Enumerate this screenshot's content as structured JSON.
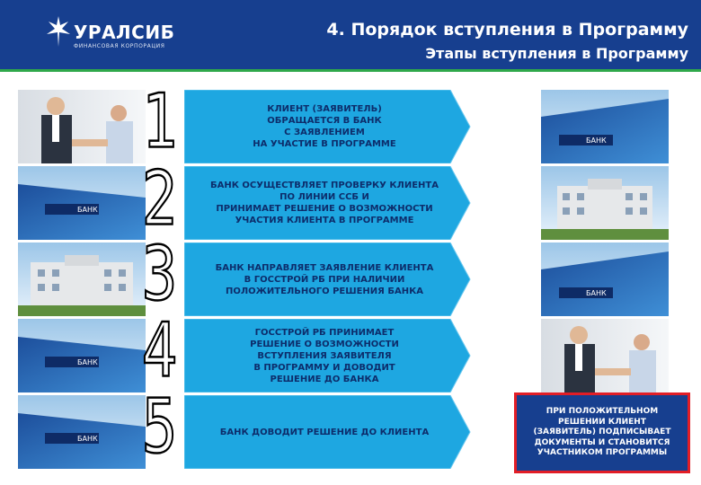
{
  "header": {
    "logo_name": "УРАЛСИБ",
    "logo_sub": "ФИНАНСОВАЯ КОРПОРАЦИЯ",
    "title": "4. Порядок вступления в Программу",
    "subtitle": "Этапы вступления в Программу"
  },
  "steps": [
    {
      "number": "1",
      "text": "КЛИЕНТ (ЗАЯВИТЕЛЬ)\nОБРАЩАЕТСЯ В БАНК\nС ЗАЯВЛЕНИЕМ\nНА УЧАСТИЕ В ПРОГРАММЕ",
      "left_image": "handshake-photo",
      "right_image": "bank-building-photo"
    },
    {
      "number": "2",
      "text": "БАНК ОСУЩЕСТВЛЯЕТ ПРОВЕРКУ КЛИЕНТА\nПО ЛИНИИ ССБ И\nПРИНИМАЕТ РЕШЕНИЕ О ВОЗМОЖНОСТИ\nУЧАСТИЯ КЛИЕНТА В ПРОГРАММЕ",
      "left_image": "bank-building-photo",
      "right_image": "government-building-photo"
    },
    {
      "number": "3",
      "text": "БАНК НАПРАВЛЯЕТ ЗАЯВЛЕНИЕ КЛИЕНТА\nВ ГОССТРОЙ РБ ПРИ НАЛИЧИИ\nПОЛОЖИТЕЛЬНОГО РЕШЕНИЯ БАНКА",
      "left_image": "government-building-photo",
      "right_image": "bank-building-photo"
    },
    {
      "number": "4",
      "text": "ГОССТРОЙ РБ ПРИНИМАЕТ\nРЕШЕНИЕ О ВОЗМОЖНОСТИ\nВСТУПЛЕНИЯ ЗАЯВИТЕЛЯ\nВ ПРОГРАММУ И ДОВОДИТ\nРЕШЕНИЕ ДО БАНКА",
      "left_image": "bank-building-photo",
      "right_image": "handshake-photo"
    },
    {
      "number": "5",
      "text": "БАНК ДОВОДИТ РЕШЕНИЕ ДО КЛИЕНТА",
      "left_image": "bank-building-photo",
      "right_image": ""
    }
  ],
  "final_box": "ПРИ ПОЛОЖИТЕЛЬНОМ\nРЕШЕНИИ КЛИЕНТ\n(ЗАЯВИТЕЛЬ) ПОДПИСЫВАЕТ\nДОКУМЕНТЫ И СТАНОВИТСЯ\nУЧАСТНИКОМ ПРОГРАММЫ",
  "colors": {
    "header": "#173f8f",
    "accent_green": "#2fa84a",
    "arrow": "#1ea7e1",
    "final_border": "#e21e26"
  }
}
